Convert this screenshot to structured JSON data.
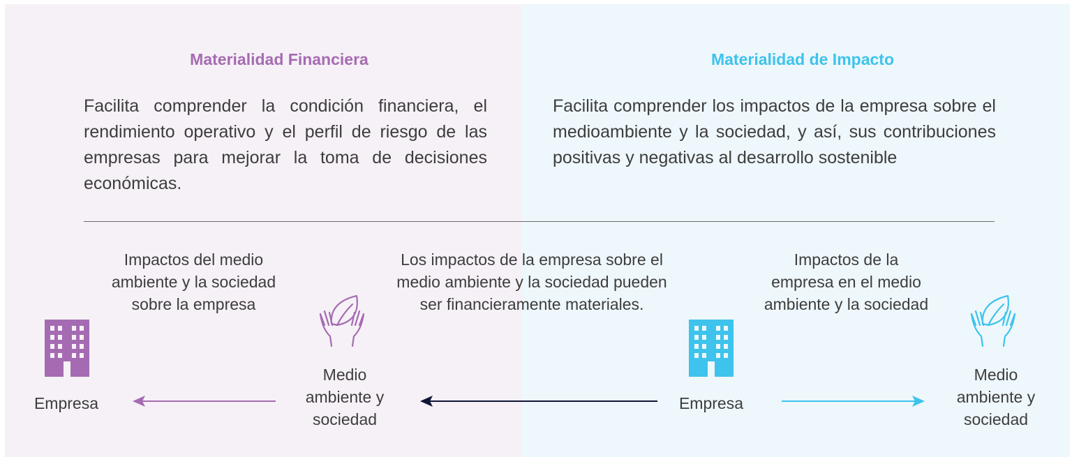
{
  "left": {
    "title": "Materialidad Financiera",
    "description": "Facilita comprender la condición financiera, el rendimiento operativo y el perfil de riesgo de las empresas para mejorar la toma de decisiones económicas.",
    "impact_label": "Impactos del medio ambiente y la sociedad sobre la empresa",
    "company_label": "Empresa",
    "env_label": "Medio ambiente y sociedad"
  },
  "center": {
    "label": "Los impactos de la empresa sobre el medio ambiente y la sociedad pueden ser financieramente materiales."
  },
  "right": {
    "title": "Materialidad de Impacto",
    "description": "Facilita comprender los impactos de la empresa sobre el medioambiente y la sociedad, y así, sus contribuciones positivas y negativas al desarrollo sostenible",
    "impact_label": "Impactos de la empresa en el medio ambiente y la sociedad",
    "company_label": "Empresa",
    "env_label": "Medio ambiente y sociedad"
  },
  "colors": {
    "purple": "#a56bb2",
    "blue": "#3dc3ec",
    "navy": "#0f1535",
    "left_bg": "#f6f1f6",
    "right_bg": "#eef7fb"
  },
  "icons": {
    "building": "building-icon",
    "hands_leaf": "hands-leaf-icon",
    "arrow": "arrow-icon"
  }
}
